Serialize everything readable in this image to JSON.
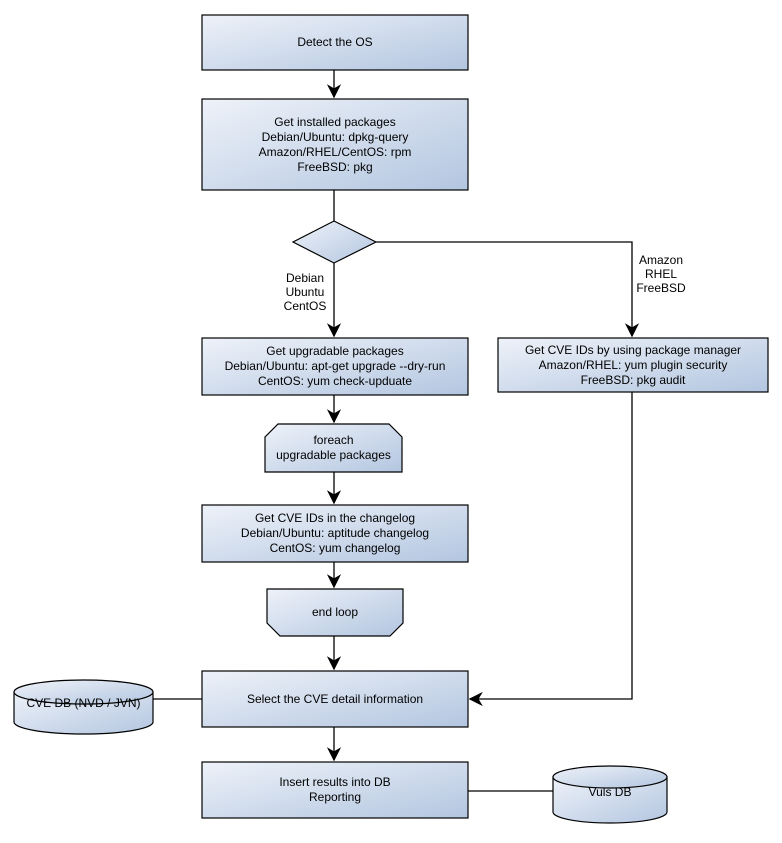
{
  "palette": {
    "node_fill_light": "#eef2f9",
    "node_fill_dark": "#b3c6e0",
    "node_stroke": "#000000",
    "edge_stroke": "#000000",
    "background": "#ffffff"
  },
  "nodes": {
    "detect_os": "Detect the OS",
    "get_installed_packages": "Get installed packages\nDebian/Ubuntu: dpkg-query\nAmazon/RHEL/CentOS: rpm\nFreeBSD: pkg",
    "get_upgradable_packages": "Get upgradable packages\nDebian/Ubuntu: apt-get upgrade --dry-run\nCentOS: yum check-upduate",
    "get_cve_ids_package_manager": "Get CVE IDs by using package manager\nAmazon/RHEL: yum plugin security\nFreeBSD: pkg audit",
    "foreach_loop_start": "foreach\nupgradable packages",
    "get_cve_ids_changelog": "Get CVE IDs in the changelog\nDebian/Ubuntu: aptitude changelog\nCentOS: yum changelog",
    "end_loop": "end loop",
    "select_cve_detail": "Select the CVE detail information",
    "cve_db": "CVE DB (NVD / JVN)",
    "insert_results": "Insert results into DB\nReporting",
    "vuls_db": "Vuls DB"
  },
  "edge_labels": {
    "left_branch": "Debian\nUbuntu\nCentOS",
    "right_branch": "Amazon\nRHEL\nFreeBSD"
  }
}
